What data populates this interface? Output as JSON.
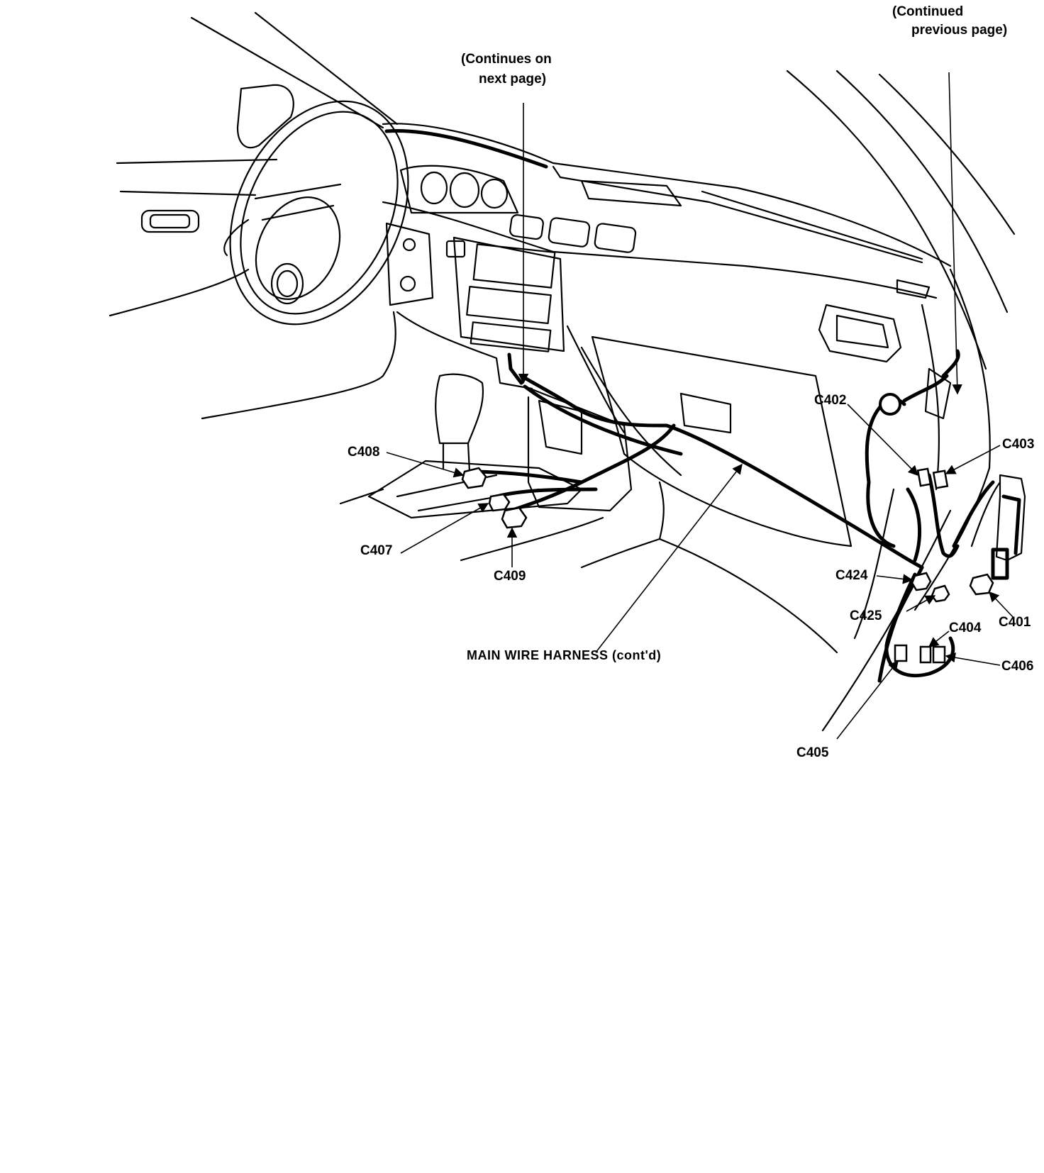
{
  "notes": {
    "continued_from": [
      "(Continued",
      "previous page)"
    ],
    "continues_on": [
      "(Continues on",
      "next page)"
    ]
  },
  "harness_label": "MAIN WIRE HARNESS (cont'd)",
  "connectors": {
    "c401": "C401",
    "c402": "C402",
    "c403": "C403",
    "c404": "C404",
    "c405": "C405",
    "c406": "C406",
    "c407": "C407",
    "c408": "C408",
    "c409": "C409",
    "c424": "C424",
    "c425": "C425"
  }
}
